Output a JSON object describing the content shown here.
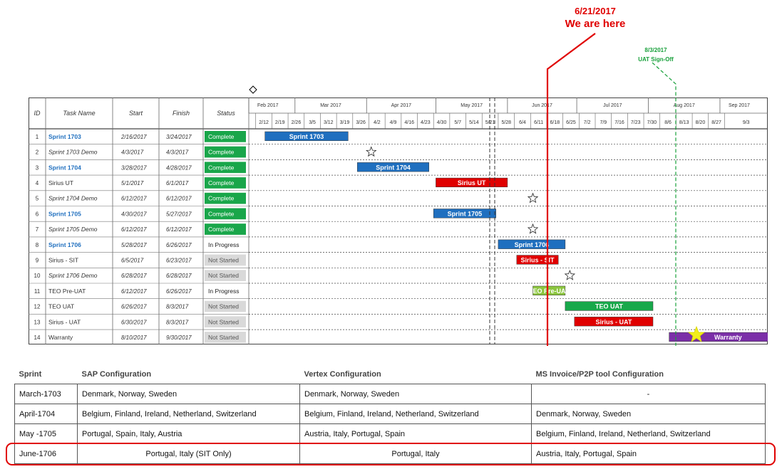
{
  "annotations": {
    "we_are_here_date": "6/21/2017",
    "we_are_here_label": "We are here",
    "uat_signoff_date": "8/3/2017",
    "uat_signoff_label": "UAT Sign-Off"
  },
  "gantt": {
    "headers": {
      "id": "ID",
      "task": "Task Name",
      "start": "Start",
      "finish": "Finish",
      "status": "Status"
    },
    "months": [
      "Feb 2017",
      "Mar 2017",
      "Apr 2017",
      "May 2017",
      "Jun 2017",
      "Jul 2017",
      "Aug 2017",
      "Sep 2017"
    ],
    "weeks": [
      "2/12",
      "2/19",
      "2/26",
      "3/5",
      "3/12",
      "3/19",
      "3/26",
      "4/2",
      "4/9",
      "4/16",
      "4/23",
      "4/30",
      "5/7",
      "5/14",
      "5/21",
      "5/28",
      "6/4",
      "6/11",
      "6/18",
      "6/25",
      "7/2",
      "7/9",
      "7/16",
      "7/23",
      "7/30",
      "8/6",
      "8/13",
      "8/20",
      "8/27",
      "9/3"
    ],
    "rows": [
      {
        "id": "1",
        "task": "Sprint 1703",
        "start": "2/16/2017",
        "finish": "3/24/2017",
        "status": "Complete",
        "status_type": "complete",
        "task_style": "sprint",
        "bar": {
          "label": "Sprint 1703",
          "color": "#1f6fbf",
          "type": "bar"
        }
      },
      {
        "id": "2",
        "task": "Sprint 1703 Demo",
        "start": "4/3/2017",
        "finish": "4/3/2017",
        "status": "Complete",
        "status_type": "complete",
        "task_style": "italic",
        "bar": {
          "type": "milestone"
        }
      },
      {
        "id": "3",
        "task": "Sprint 1704",
        "start": "3/28/2017",
        "finish": "4/28/2017",
        "status": "Complete",
        "status_type": "complete",
        "task_style": "sprint",
        "bar": {
          "label": "Sprint 1704",
          "color": "#1f6fbf",
          "type": "bar"
        }
      },
      {
        "id": "4",
        "task": "Sirius UT",
        "start": "5/1/2017",
        "finish": "6/1/2017",
        "status": "Complete",
        "status_type": "complete",
        "task_style": "plain",
        "bar": {
          "label": "Sirius UT",
          "color": "#e00000",
          "type": "bar"
        }
      },
      {
        "id": "5",
        "task": "Sprint 1704 Demo",
        "start": "6/12/2017",
        "finish": "6/12/2017",
        "status": "Complete",
        "status_type": "complete",
        "task_style": "italic",
        "bar": {
          "type": "milestone"
        }
      },
      {
        "id": "6",
        "task": "Sprint 1705",
        "start": "4/30/2017",
        "finish": "5/27/2017",
        "status": "Complete",
        "status_type": "complete",
        "task_style": "sprint",
        "bar": {
          "label": "Sprint 1705",
          "color": "#1f6fbf",
          "type": "bar"
        }
      },
      {
        "id": "7",
        "task": "Sprint 1705 Demo",
        "start": "6/12/2017",
        "finish": "6/12/2017",
        "status": "Complete",
        "status_type": "complete",
        "task_style": "italic",
        "bar": {
          "type": "milestone"
        }
      },
      {
        "id": "8",
        "task": "Sprint 1706",
        "start": "5/28/2017",
        "finish": "6/26/2017",
        "status": "In Progress",
        "status_type": "progress",
        "task_style": "sprint",
        "bar": {
          "label": "Sprint 1706",
          "color": "#1f6fbf",
          "type": "bar"
        }
      },
      {
        "id": "9",
        "task": "Sirius - SIT",
        "start": "6/5/2017",
        "finish": "6/23/2017",
        "status": "Not Started",
        "status_type": "notstarted",
        "task_style": "plain",
        "bar": {
          "label": "Sirius - SIT",
          "color": "#e00000",
          "type": "bar"
        }
      },
      {
        "id": "10",
        "task": "Sprint 1706 Demo",
        "start": "6/28/2017",
        "finish": "6/28/2017",
        "status": "Not Started",
        "status_type": "notstarted",
        "task_style": "italic",
        "bar": {
          "type": "milestone"
        }
      },
      {
        "id": "11",
        "task": "TEO Pre-UAT",
        "start": "6/12/2017",
        "finish": "6/26/2017",
        "status": "In Progress",
        "status_type": "progress",
        "task_style": "plain",
        "bar": {
          "label": "TEO Pre-UAT",
          "color": "#8cc63f",
          "type": "bar"
        }
      },
      {
        "id": "12",
        "task": "TEO UAT",
        "start": "6/26/2017",
        "finish": "8/3/2017",
        "status": "Not Started",
        "status_type": "notstarted",
        "task_style": "plain",
        "bar": {
          "label": "TEO UAT",
          "color": "#18a84b",
          "type": "bar"
        }
      },
      {
        "id": "13",
        "task": "Sirius - UAT",
        "start": "6/30/2017",
        "finish": "8/3/2017",
        "status": "Not Started",
        "status_type": "notstarted",
        "task_style": "plain",
        "bar": {
          "label": "Sirius - UAT",
          "color": "#e00000",
          "type": "bar"
        }
      },
      {
        "id": "14",
        "task": "Warranty",
        "start": "8/10/2017",
        "finish": "9/30/2017",
        "status": "Not Started",
        "status_type": "notstarted",
        "task_style": "plain",
        "bar": {
          "label": "Warranty",
          "color": "#7b2fa8",
          "type": "bar"
        }
      }
    ]
  },
  "config_table": {
    "headers": [
      "Sprint",
      "SAP Configuration",
      "Vertex Configuration",
      "MS Invoice/P2P tool Configuration"
    ],
    "rows": [
      [
        "March-1703",
        "Denmark, Norway, Sweden",
        "Denmark, Norway, Sweden",
        "-"
      ],
      [
        "April-1704",
        "Belgium, Finland, Ireland, Netherland, Switzerland",
        "Belgium, Finland, Ireland, Netherland, Switzerland",
        "Denmark, Norway, Sweden"
      ],
      [
        "May -1705",
        "Portugal, Spain, Italy, Austria",
        "Austria, Italy, Portugal, Spain",
        "Belgium, Finland, Ireland, Netherland, Switzerland"
      ],
      [
        "June-1706",
        "Portugal, Italy (SIT Only)",
        "Portugal, Italy",
        "Austria, Italy, Portugal, Spain"
      ]
    ]
  },
  "colors": {
    "complete": "#19a64a",
    "not_started": "#d9d9d9",
    "sprint_text": "#1f6fbf",
    "today_line": "#e00000",
    "uat_line": "#17a03a"
  }
}
